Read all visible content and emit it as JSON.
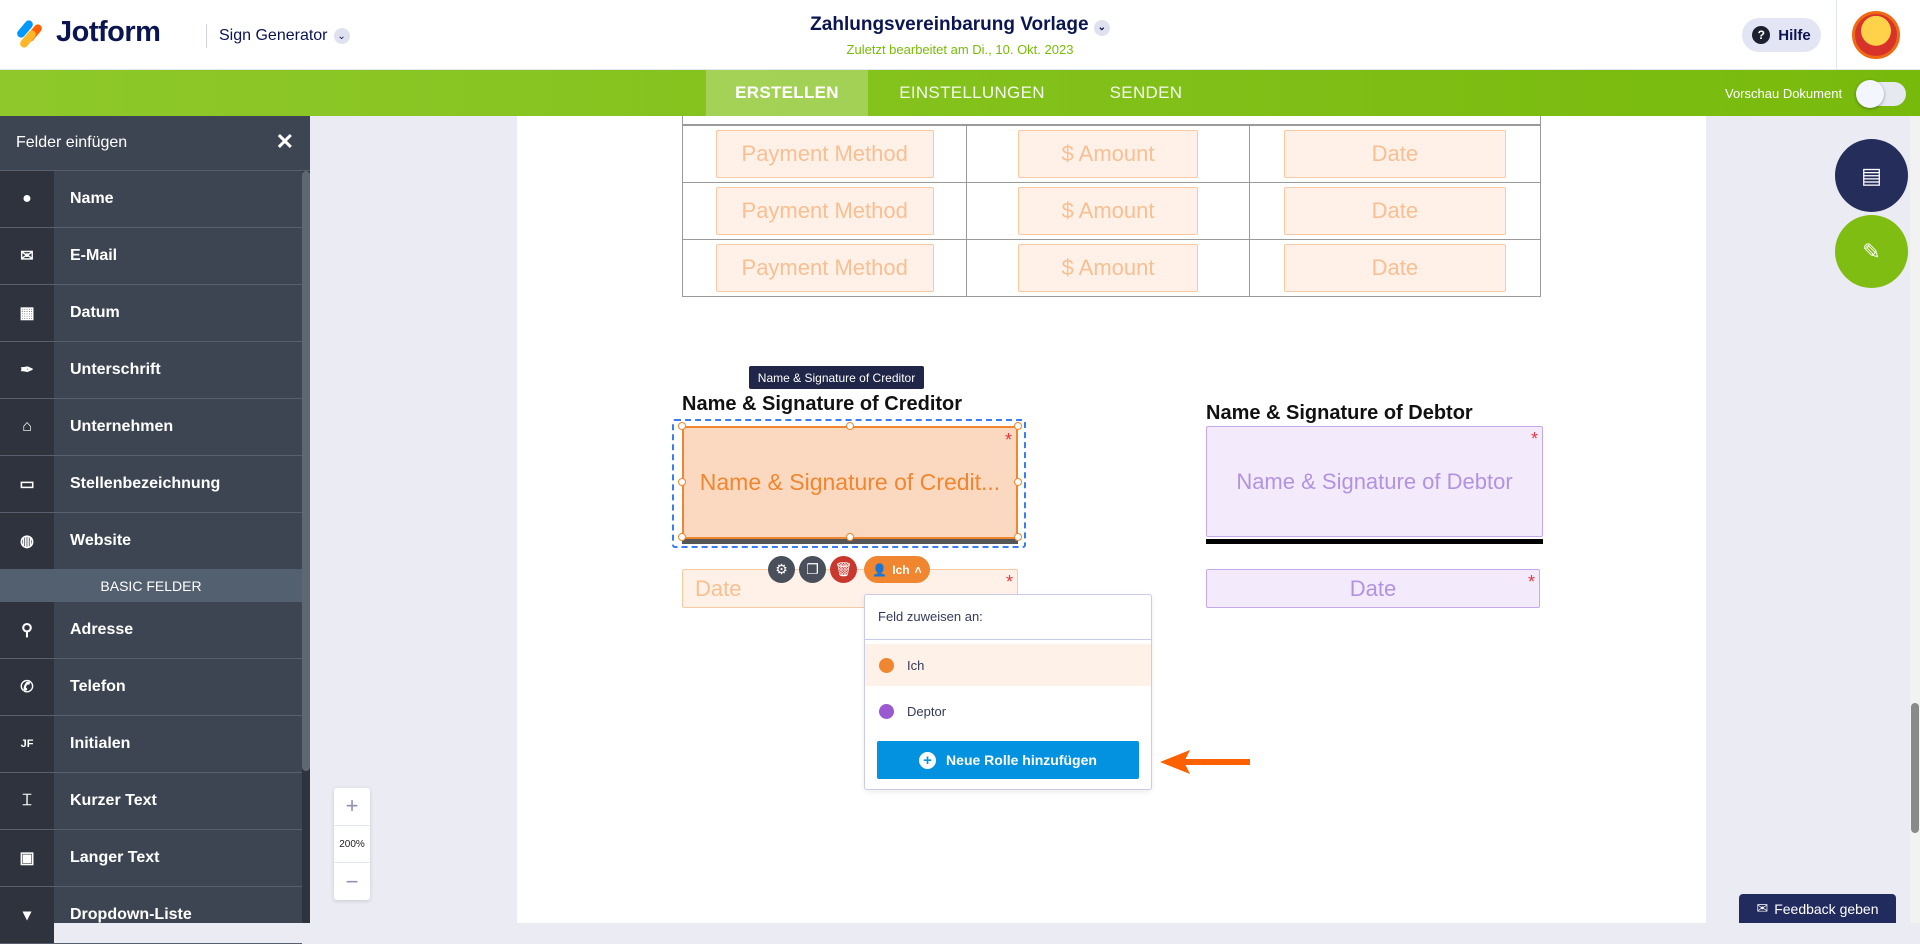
{
  "header": {
    "brand": "Jotform",
    "app": "Sign Generator",
    "doc_title": "Zahlungsvereinbarung Vorlage",
    "last_edited": "Zuletzt bearbeitet am Di., 10. Okt. 2023",
    "help": "Hilfe"
  },
  "nav": {
    "tabs": [
      "ERSTELLEN",
      "EINSTELLUNGEN",
      "SENDEN"
    ],
    "active": "ERSTELLEN",
    "preview_label": "Vorschau Dokument",
    "preview_on": false
  },
  "sidebar": {
    "title": "Felder einfügen",
    "items": [
      {
        "label": "Name",
        "icon": "user-circle-icon"
      },
      {
        "label": "E-Mail",
        "icon": "envelope-icon"
      },
      {
        "label": "Datum",
        "icon": "calendar-icon"
      },
      {
        "label": "Unterschrift",
        "icon": "pen-icon"
      },
      {
        "label": "Unternehmen",
        "icon": "bank-icon"
      },
      {
        "label": "Stellenbezeichnung",
        "icon": "id-card-icon"
      },
      {
        "label": "Website",
        "icon": "globe-icon"
      }
    ],
    "section": "BASIC FELDER",
    "basic_items": [
      {
        "label": "Adresse",
        "icon": "map-pin-icon"
      },
      {
        "label": "Telefon",
        "icon": "phone-icon"
      },
      {
        "label": "Initialen",
        "icon": "initials-icon"
      },
      {
        "label": "Kurzer Text",
        "icon": "short-text-icon"
      },
      {
        "label": "Langer Text",
        "icon": "long-text-icon"
      },
      {
        "label": "Dropdown-Liste",
        "icon": "dropdown-icon"
      }
    ]
  },
  "zoom": {
    "plus": "+",
    "level": "200%",
    "minus": "−"
  },
  "document": {
    "table_rows": [
      [
        "Payment Method",
        "$ Amount",
        "Date"
      ],
      [
        "Payment Method",
        "$ Amount",
        "Date"
      ],
      [
        "Payment Method",
        "$ Amount",
        "Date"
      ]
    ],
    "creditor_label": "Name & Signature of Creditor",
    "creditor_tooltip": "Name & Signature of Creditor",
    "creditor_field": "Name & Signature of Credit...",
    "creditor_date": "Date",
    "debtor_label": "Name & Signature of Debtor",
    "debtor_field": "Name & Signature of Debtor",
    "debtor_date": "Date",
    "required": "*"
  },
  "field_toolbar": {
    "role": "Ich"
  },
  "assign_menu": {
    "title": "Feld zuweisen an:",
    "options": [
      {
        "label": "Ich",
        "color": "#f0862f"
      },
      {
        "label": "Deptor",
        "color": "#9b59d0"
      }
    ],
    "add_role": "Neue Rolle hinzufügen"
  },
  "feedback": "Feedback geben",
  "colors": {
    "brand_green": "#7fbf14",
    "creditor": "#f0862f",
    "debtor": "#b392e0",
    "button": "#0292df"
  }
}
